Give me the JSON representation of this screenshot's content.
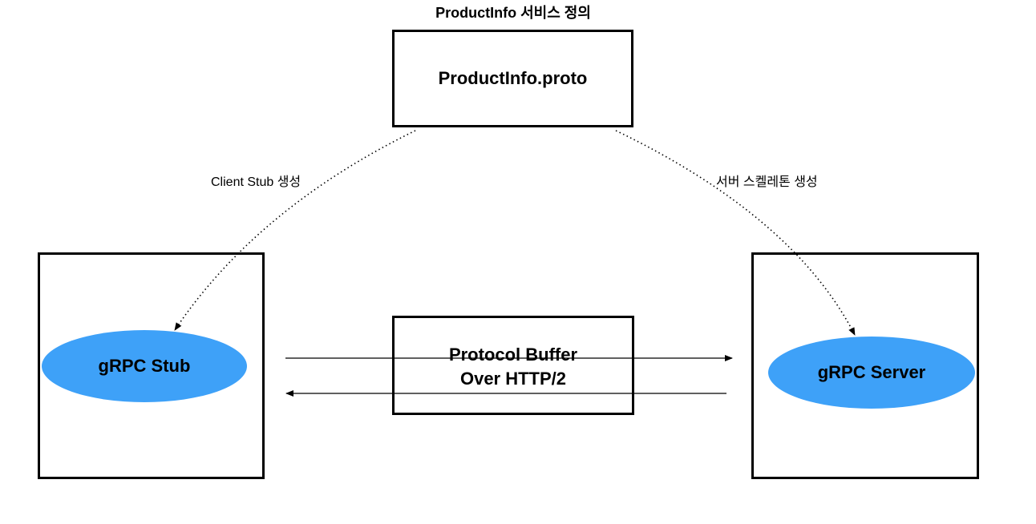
{
  "diagram": {
    "title": "ProductInfo 서비스 정의",
    "proto_file": "ProductInfo.proto",
    "client": {
      "edge_label": "Client Stub 생성",
      "stub_label": "gRPC Stub"
    },
    "server": {
      "edge_label": "서버 스켈레톤 생성",
      "server_label": "gRPC Server"
    },
    "transport": {
      "line1": "Protocol Buffer",
      "line2": "Over HTTP/2"
    },
    "colors": {
      "node_fill": "#3ea1f8",
      "stroke": "#000000"
    }
  }
}
